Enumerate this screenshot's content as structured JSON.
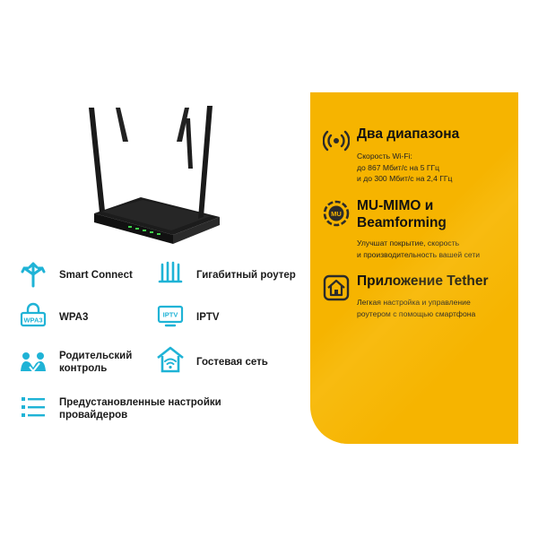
{
  "product": {
    "icon": "router-image"
  },
  "highlights": [
    {
      "icon": "wifi-signal-icon",
      "title": "Два диапазона",
      "desc": [
        "Скорость Wi-Fi:",
        "до 867 Мбит/с на 5 ГГц",
        "и до 300 Мбит/с на 2,4 ГГц"
      ]
    },
    {
      "icon": "mu-mimo-icon",
      "icon_text": "MU",
      "title": [
        "MU-MIMO и",
        "Beamforming"
      ],
      "desc": [
        "Улучшат покрытие, скорость",
        "и производительность вашей сети"
      ]
    },
    {
      "icon": "tether-app-icon",
      "title": "Приложение Tether",
      "desc": [
        "Легкая настройка и управление",
        "роутером с помощью смартфона"
      ]
    }
  ],
  "features": [
    {
      "icon": "smart-connect-icon",
      "label": [
        "Smart Connect"
      ]
    },
    {
      "icon": "gigabit-router-icon",
      "label": [
        "Гигабитный роутер"
      ]
    },
    {
      "icon": "wpa3-icon",
      "icon_text": "WPA3",
      "label": [
        "WPA3"
      ]
    },
    {
      "icon": "iptv-icon",
      "icon_text": "IPTV",
      "label": [
        "IPTV"
      ]
    },
    {
      "icon": "parental-control-icon",
      "label": [
        "Родительский",
        "контроль"
      ]
    },
    {
      "icon": "guest-network-icon",
      "label": [
        "Гостевая сеть"
      ]
    },
    {
      "icon": "provider-settings-icon",
      "label": [
        "Предустановленные настройки",
        "провайдеров"
      ]
    }
  ],
  "colors": {
    "accent": "#1fb3d6",
    "panel": "#f6b400",
    "icon_dark": "#2b2b2b"
  }
}
